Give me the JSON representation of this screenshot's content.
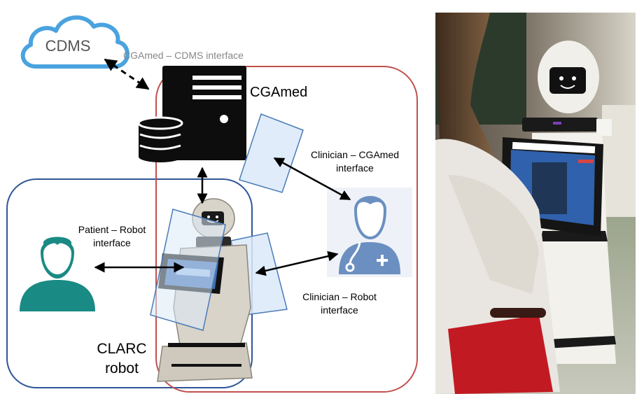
{
  "labels": {
    "cdms": "CDMS",
    "cgamed_cdms_interface": "CGAmed – CDMS interface",
    "cgamed": "CGAmed",
    "clinician_cgamed_line1": "Clinician – CGAmed",
    "clinician_cgamed_line2": "interface",
    "patient_robot_line1": "Patient – Robot",
    "patient_robot_line2": "interface",
    "clinician_robot_line1": "Clinician – Robot",
    "clinician_robot_line2": "interface",
    "clarc_line1": "CLARC",
    "clarc_line2": "robot"
  },
  "colors": {
    "cloud_stroke": "#4aa3df",
    "robot_region": "#2e5597",
    "cgamed_region": "#c0504d",
    "person_teal": "#1a8a84",
    "doctor_blue": "#6b8fc0",
    "panel_fill": "#dbe9f8",
    "panel_stroke": "#4a7bb7",
    "arrow": "#000000"
  },
  "icons": {
    "cloud": "cloud-icon",
    "server": "server-database-icon",
    "patient": "patient-user-icon",
    "clinician": "doctor-icon",
    "robot": "robot-icon",
    "photo": "robot-photo"
  }
}
